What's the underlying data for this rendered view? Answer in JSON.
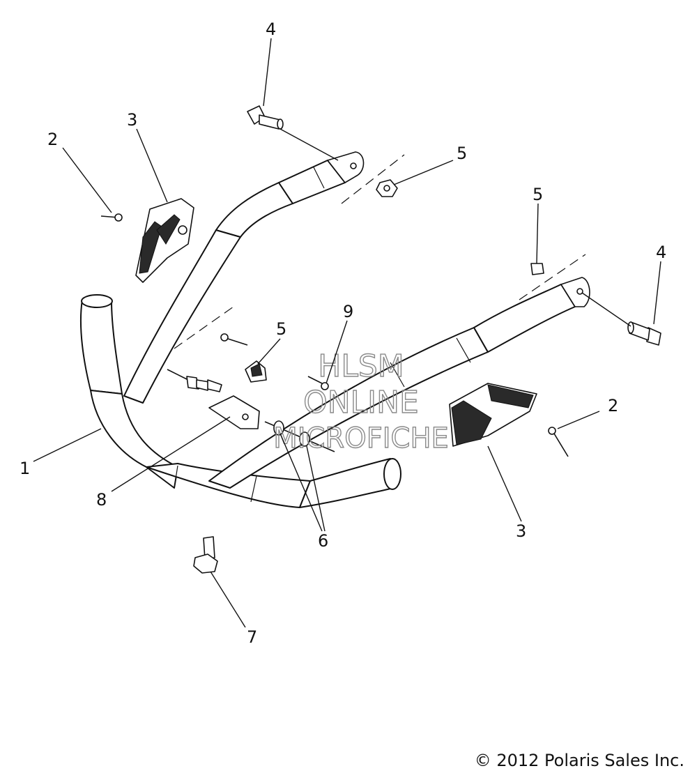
{
  "callouts": {
    "c1": "1",
    "c2a": "2",
    "c2b": "2",
    "c3a": "3",
    "c3b": "3",
    "c4a": "4",
    "c4b": "4",
    "c5a": "5",
    "c5b": "5",
    "c5c": "5",
    "c6": "6",
    "c7": "7",
    "c8": "8",
    "c9": "9"
  },
  "watermark": {
    "line1": "HLSM",
    "line2": "ONLINE",
    "line3": "MICROFICHE"
  },
  "copyright": "© 2012 Polaris Sales Inc."
}
